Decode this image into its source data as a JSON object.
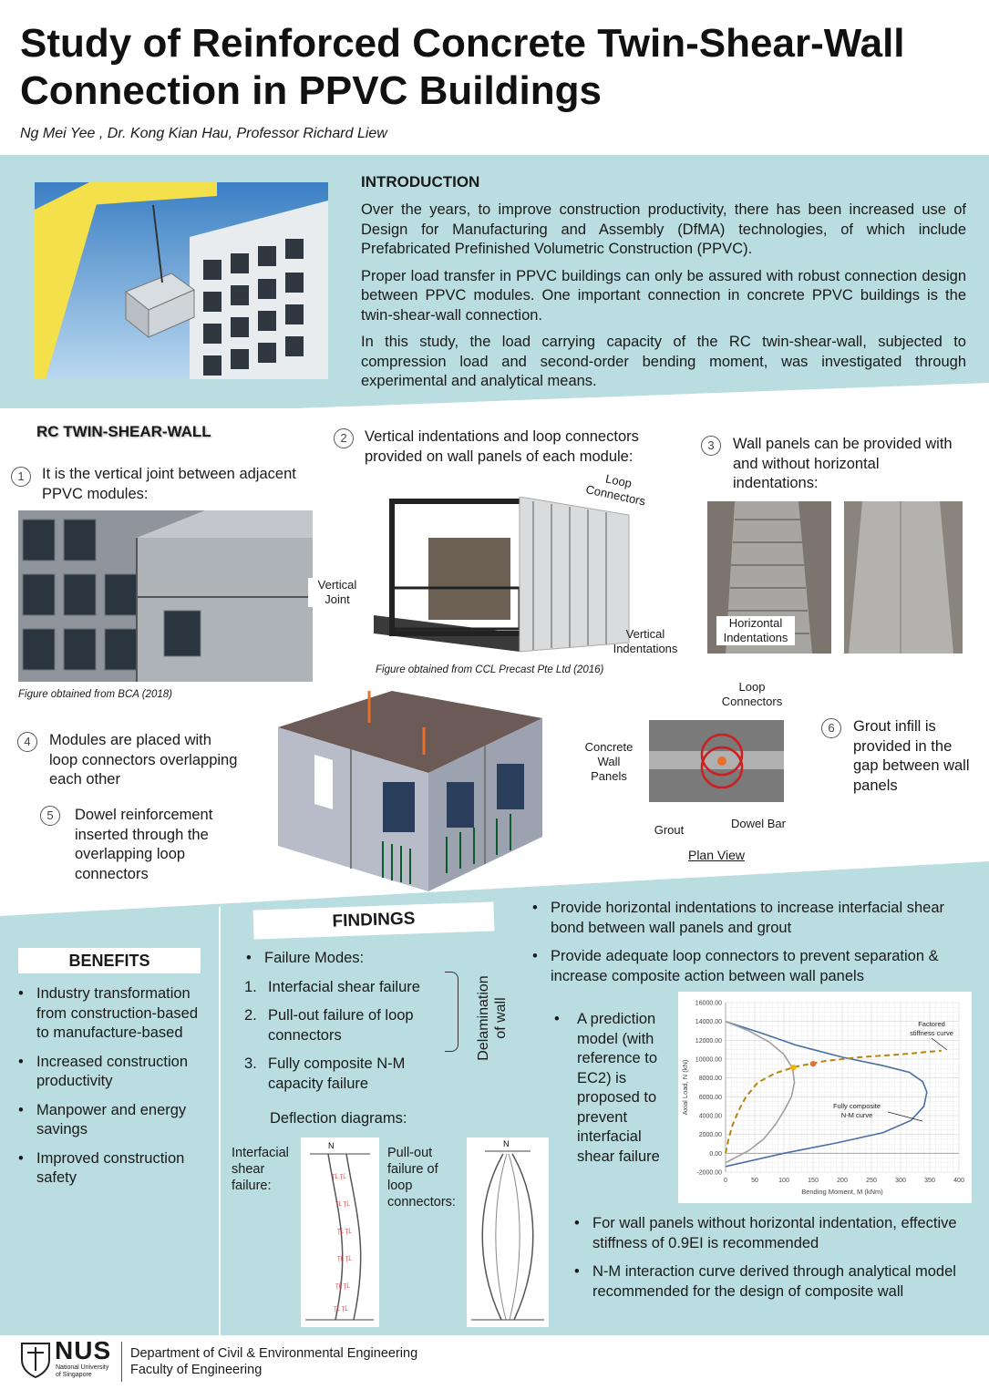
{
  "header": {
    "title_line1": "Study of Reinforced Concrete Twin-Shear-Wall",
    "title_line2": "Connection in PPVC Buildings",
    "authors": "Ng Mei Yee , Dr. Kong Kian Hau, Professor Richard Liew"
  },
  "intro": {
    "heading": "INTRODUCTION",
    "p1": "Over the years, to improve construction productivity, there has been increased use of Design for Manufacturing and Assembly (DfMA) technologies, of which include Prefabricated Prefinished Volumetric Construction (PPVC).",
    "p2": "Proper load transfer in PPVC buildings can only be assured with robust connection design between PPVC modules. One important connection in concrete PPVC buildings is the twin-shear-wall connection.",
    "p3": "In this study, the load carrying capacity of the RC twin-shear-wall, subjected to compression load and second-order bending moment, was investigated through experimental and analytical means."
  },
  "twin_wall": {
    "heading": "RC TWIN-SHEAR-WALL",
    "step1_num": "1",
    "step1_text": "It is the vertical joint between adjacent PPVC modules:",
    "fig1_label_line1": "Vertical",
    "fig1_label_line2": "Joint",
    "fig1_caption": "Figure obtained from BCA (2018)",
    "step2_num": "2",
    "step2_text": "Vertical indentations and loop connectors provided on wall panels of each module:",
    "fig2_label_loop_line1": "Loop",
    "fig2_label_loop_line2": "Connectors",
    "fig2_label_vert_line1": "Vertical",
    "fig2_label_vert_line2": "Indentations",
    "fig2_caption": "Figure obtained from CCL Precast Pte Ltd (2016)",
    "step3_num": "3",
    "step3_text": "Wall panels can be provided with and without horizontal indentations:",
    "fig3_label_line1": "Horizontal",
    "fig3_label_line2": "Indentations",
    "step4_num": "4",
    "step4_text": "Modules are placed with loop connectors overlapping each other",
    "step5_num": "5",
    "step5_text": "Dowel reinforcement inserted through the overlapping loop connectors",
    "step6_num": "6",
    "step6_text": "Grout infill is provided in the gap between wall panels",
    "plan_loop_line1": "Loop",
    "plan_loop_line2": "Connectors",
    "plan_concrete_line1": "Concrete",
    "plan_concrete_line2": "Wall",
    "plan_concrete_line3": "Panels",
    "plan_grout": "Grout",
    "plan_dowel": "Dowel Bar",
    "plan_view": "Plan View"
  },
  "benefits": {
    "heading": "BENEFITS",
    "items": [
      "Industry transformation from construction-based to manufacture-based",
      "Increased construction productivity",
      "Manpower and energy savings",
      "Improved construction safety"
    ]
  },
  "findings": {
    "heading": "FINDINGS",
    "failure_modes": "Failure Modes:",
    "modes": [
      {
        "num": "1.",
        "text": "Interfacial shear failure"
      },
      {
        "num": "2.",
        "text": "Pull-out failure of loop connectors"
      },
      {
        "num": "3.",
        "text": "Fully composite N-M capacity failure"
      }
    ],
    "delamination_line1": "Delamination",
    "delamination_line2": "of wall",
    "deflection": "Deflection diagrams:",
    "diag1_label": "Interfacial shear failure:",
    "diag2_label": "Pull-out failure of loop connectors:",
    "diag_N": "N",
    "right_items": [
      "Provide horizontal indentations to increase interfacial shear bond between wall panels and grout",
      "Provide adequate loop connectors to prevent separation & increase composite action between wall panels"
    ],
    "prediction": "A prediction model (with reference to EC2) is proposed to prevent interfacial shear failure",
    "bottom_items": [
      "For wall panels without horizontal indentation, effective stiffness of 0.9EI is recommended",
      "N-M interaction curve derived through analytical model recommended for the design of composite wall"
    ]
  },
  "chart_data": {
    "type": "line",
    "xlabel": "Bending Moment, M (kNm)",
    "ylabel": "Axial Load, N (kN)",
    "xlim": [
      0,
      400
    ],
    "ylim": [
      -2000,
      16000
    ],
    "x_ticks": [
      "0",
      "50",
      "100",
      "150",
      "200",
      "250",
      "300",
      "350",
      "400"
    ],
    "y_ticks": [
      "-2000.00",
      "0.00",
      "2000.00",
      "4000.00",
      "6000.00",
      "8000.00",
      "10000.00",
      "12000.00",
      "14000.00",
      "16000.00"
    ],
    "grid": true,
    "annotations": [
      {
        "text_line1": "Factored",
        "text_line2": "stiffness curve"
      },
      {
        "text_line1": "Fully composite",
        "text_line2": "N-M curve"
      }
    ],
    "series": [
      {
        "name": "Fully composite N-M curve",
        "color": "#4a6fa5",
        "points": [
          [
            0,
            14000
          ],
          [
            60,
            12800
          ],
          [
            120,
            11500
          ],
          [
            200,
            10200
          ],
          [
            270,
            9300
          ],
          [
            315,
            8600
          ],
          [
            338,
            7600
          ],
          [
            345,
            6500
          ],
          [
            340,
            5000
          ],
          [
            318,
            3500
          ],
          [
            270,
            2200
          ],
          [
            190,
            1100
          ],
          [
            100,
            0
          ],
          [
            0,
            -1400
          ]
        ]
      },
      {
        "color": "#a0a0a0",
        "points": [
          [
            0,
            14000
          ],
          [
            40,
            13000
          ],
          [
            75,
            11800
          ],
          [
            100,
            10500
          ],
          [
            115,
            9000
          ],
          [
            118,
            7500
          ],
          [
            113,
            6000
          ],
          [
            100,
            4500
          ],
          [
            85,
            3000
          ],
          [
            65,
            1500
          ],
          [
            40,
            300
          ],
          [
            0,
            -1000
          ]
        ]
      },
      {
        "name": "Factored stiffness curve",
        "color": "#b8860b",
        "dashed": true,
        "points": [
          [
            0,
            0
          ],
          [
            5,
            1500
          ],
          [
            12,
            3000
          ],
          [
            22,
            4500
          ],
          [
            35,
            6000
          ],
          [
            55,
            7500
          ],
          [
            85,
            8500
          ],
          [
            120,
            9200
          ],
          [
            170,
            9800
          ],
          [
            230,
            10200
          ],
          [
            300,
            10500
          ],
          [
            370,
            10900
          ]
        ]
      }
    ],
    "markers": [
      {
        "x": 116,
        "y": 9100,
        "color": "#f0b400"
      },
      {
        "x": 150,
        "y": 9500,
        "color": "#e8702a"
      }
    ]
  },
  "footer": {
    "logo_text": "NUS",
    "logo_sub1": "National University",
    "logo_sub2": "of Singapore",
    "dept": "Department of Civil & Environmental Engineering",
    "faculty": "Faculty of Engineering"
  }
}
